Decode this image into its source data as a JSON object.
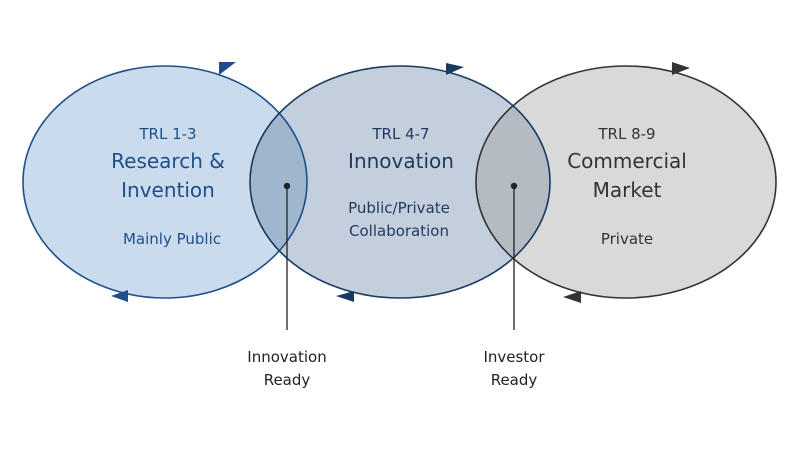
{
  "colors": {
    "stroke_blue": "#1f4f8a",
    "stroke_navy": "#173a5e",
    "stroke_gray": "#333333",
    "fill_research": "#c9dbec",
    "fill_innovation": "#c3cfdc",
    "fill_market": "#d9d9d9",
    "overlap_left": "#9fb6cd",
    "overlap_right": "#b4bbc3",
    "text_research": "#1f4f8a",
    "text_innovation": "#1e3a5f",
    "text_market": "#333333"
  },
  "stages": [
    {
      "trl": "TRL 1-3",
      "title_line1": "Research &",
      "title_line2": "Invention",
      "funding": "Mainly Public",
      "arrow_icon": "cycle-arrow-icon"
    },
    {
      "trl": "TRL 4-7",
      "title_line1": "Innovation",
      "funding_line1": "Public/Private",
      "funding_line2": "Collaboration",
      "arrow_icon": "cycle-arrow-icon"
    },
    {
      "trl": "TRL 8-9",
      "title_line1": "Commercial",
      "title_line2": "Market",
      "funding": "Private",
      "arrow_icon": "cycle-arrow-icon"
    }
  ],
  "milestones": [
    {
      "line1": "Innovation",
      "line2": "Ready"
    },
    {
      "line1": "Investor",
      "line2": "Ready"
    }
  ]
}
